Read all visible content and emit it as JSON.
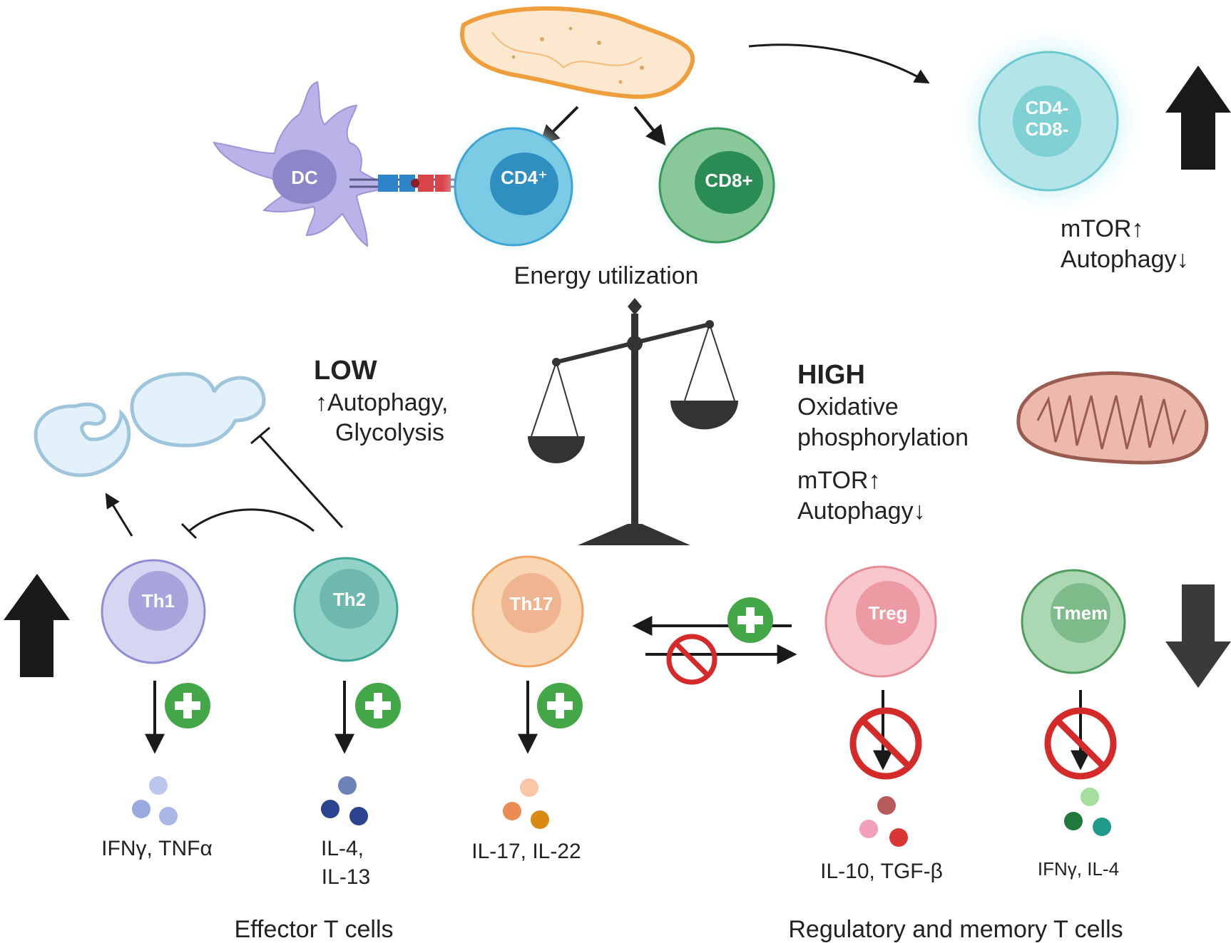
{
  "top": {
    "energy_label": "Energy utilization",
    "cells": {
      "dc": "DC",
      "cd4": "CD4⁺",
      "cd8": "CD8+",
      "dn_line1": "CD4-",
      "dn_line2": "CD8-"
    },
    "dn_status": {
      "line1": "mTOR↑",
      "line2": "Autophagy↓"
    }
  },
  "low": {
    "title": "LOW",
    "line1": "↑Autophagy,",
    "line2": "Glycolysis"
  },
  "high": {
    "title": "HIGH",
    "line1": "Oxidative",
    "line2": "phosphorylation",
    "line3": "mTOR↑",
    "line4": "Autophagy↓"
  },
  "effector": {
    "group_label": "Effector T cells",
    "cells": [
      {
        "name": "Th1",
        "cytokines": "IFNγ, TNFα",
        "color": "#c3c3ea"
      },
      {
        "name": "Th2",
        "cytokines_line1": "IL-4,",
        "cytokines_line2": "IL-13",
        "color": "#8fd1c7"
      },
      {
        "name": "Th17",
        "cytokines": "IL-17, IL-22",
        "color": "#f8d3ae"
      }
    ]
  },
  "regulatory": {
    "group_label": "Regulatory and memory T cells",
    "cells": [
      {
        "name": "Treg",
        "cytokines": "IL-10, TGF-β",
        "color": "#f5c6cc"
      },
      {
        "name": "Tmem",
        "cytokines": "IFNγ, IL-4",
        "color": "#a8d5b0"
      }
    ]
  },
  "colors": {
    "green_plus": "#43a647",
    "red_no": "#d42a2a",
    "arrow_dark": "#1a1a1a"
  },
  "icons": [
    "mitochondrion-icon",
    "balance-scale-icon",
    "autophagosome-icon",
    "up-arrow-icon",
    "down-arrow-icon",
    "plus-icon",
    "prohibited-icon",
    "cytokine-icon"
  ]
}
